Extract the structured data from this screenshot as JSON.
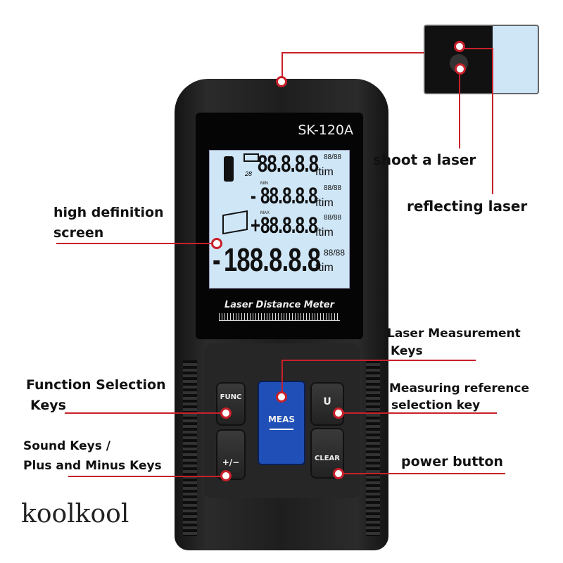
{
  "device": {
    "model": "SK-120A",
    "brand_text": "Laser Distance Meter",
    "lcd": {
      "rows": [
        {
          "sign": "",
          "digits": "88.8.8.8",
          "unit": "ftim",
          "frac": "88/88"
        },
        {
          "sign": "-",
          "digits": "88.8.8.8",
          "unit": "ftim",
          "frac": "88/88",
          "tag": "MIN"
        },
        {
          "sign": "+",
          "digits": "88.8.8.8",
          "unit": "ftim",
          "frac": "88/88",
          "tag": "MAX"
        },
        {
          "sign": "-",
          "digits": "188.8.8.8",
          "unit": "ftim",
          "frac": "88/88"
        }
      ],
      "small_number": "28"
    },
    "buttons": {
      "func": "FUNC",
      "meas": "MEAS",
      "reference": "U",
      "sound": "+/−",
      "clear": "CLEAR"
    }
  },
  "annotations": {
    "shoot_laser": "shoot a laser",
    "reflecting_laser": "reflecting laser",
    "screen": [
      "high definition",
      "screen"
    ],
    "laser_keys": [
      "Laser Measurement",
      "Keys"
    ],
    "function_keys": [
      "Function Selection",
      "Keys"
    ],
    "reference_key": [
      "Measuring reference",
      "selection key"
    ],
    "sound_keys": [
      "Sound Keys /",
      "Plus and Minus Keys"
    ],
    "power": "power button"
  },
  "watermark": "koolkool",
  "colors": {
    "accent": "#c8202a",
    "meas_button": "#1f4fb7",
    "lcd": "#cfe6f7"
  }
}
